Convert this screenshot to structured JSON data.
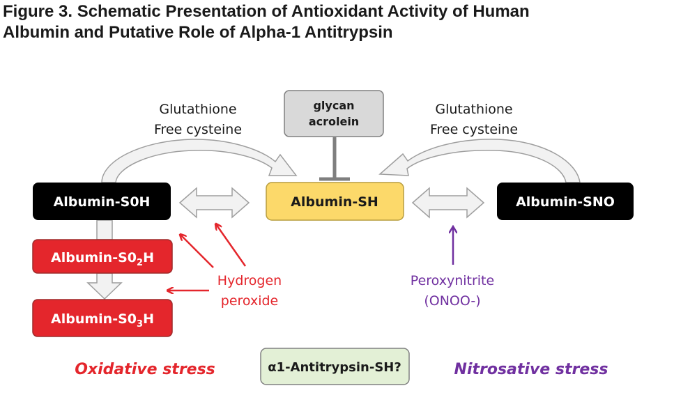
{
  "title": {
    "line1": "Figure 3. Schematic Presentation of Antioxidant Activity of Human",
    "line2": "Albumin and Putative Role of Alpha-1 Antitrypsin"
  },
  "inhibitor": {
    "line1": "glycan",
    "line2": "acrolein"
  },
  "left_label": {
    "line1": "Glutathione",
    "line2": "Free cysteine"
  },
  "right_label": {
    "line1": "Glutathione",
    "line2": "Free cysteine"
  },
  "nodes": {
    "albumin_soh": "Albumin-S0H",
    "albumin_sh": "Albumin-SH",
    "albumin_sno": "Albumin-SNO",
    "albumin_so2h": {
      "base": "Albumin-S0",
      "sub": "2",
      "tail": "H"
    },
    "albumin_so3h": {
      "base": "Albumin-S0",
      "sub": "3",
      "tail": "H"
    }
  },
  "hydrogen_peroxide": {
    "line1": "Hydrogen",
    "line2": "peroxide"
  },
  "peroxynitrite": {
    "line1": "Peroxynitrite",
    "line2": "(ONOO-)"
  },
  "oxidative_stress": "Oxidative stress",
  "antitrypsin": "α1-Antitrypsin-SH?",
  "nitrosative_stress": "Nitrosative stress",
  "colors": {
    "black_box": "#000000",
    "yellow_box": "#fcd96a",
    "red_box": "#e4262c",
    "gray_box": "#d9d9d9",
    "green_box": "#e3f0d6",
    "red_text": "#e4262c",
    "purple_text": "#7030a0",
    "arrow_fill": "#f2f2f2",
    "arrow_stroke": "#9e9e9e"
  }
}
